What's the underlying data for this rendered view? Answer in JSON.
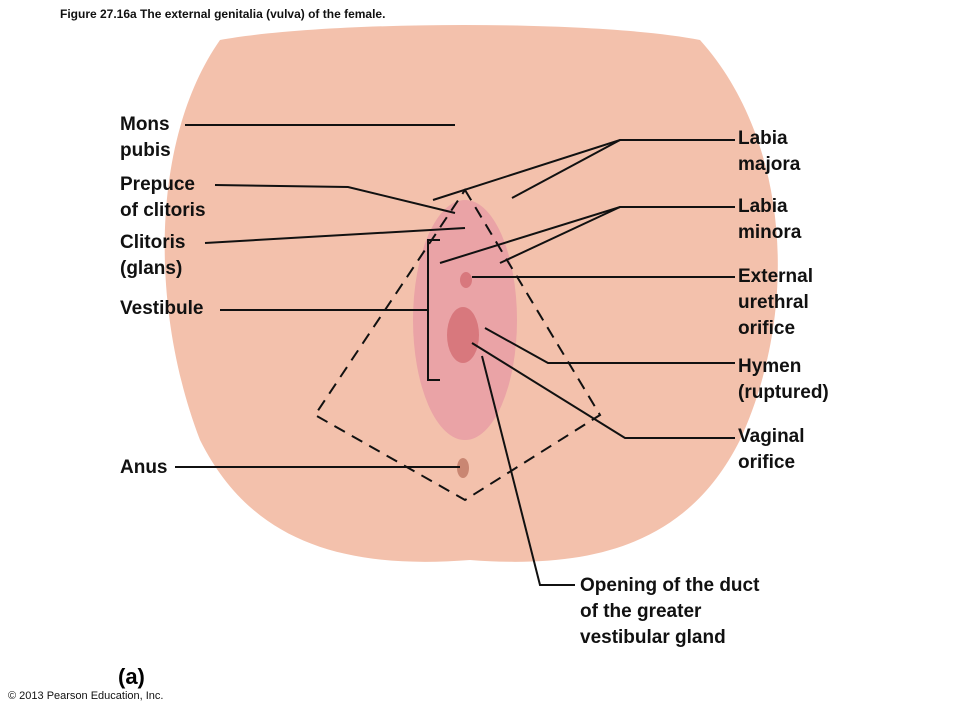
{
  "caption": "Figure 27.16a  The external genitalia (vulva) of the female.",
  "panel": "(a)",
  "copyright": "© 2013 Pearson Education, Inc.",
  "labels": {
    "mons_pubis": "Mons\npubis",
    "prepuce": "Prepuce\nof clitoris",
    "clitoris": "Clitoris\n(glans)",
    "vestibule": "Vestibule",
    "anus": "Anus",
    "labia_majora": "Labia\nmajora",
    "labia_minora": "Labia\nminora",
    "urethral": "External\nurethral\norifice",
    "hymen": "Hymen\n(ruptured)",
    "vaginal": "Vaginal\norifice",
    "gland_duct": "Opening of the duct\nof the greater\nvestibular gland"
  },
  "colors": {
    "skin": "#f3c1ac",
    "skin_shadow": "#e2a08a",
    "inner": "#eaa3a6",
    "line": "#111111"
  }
}
